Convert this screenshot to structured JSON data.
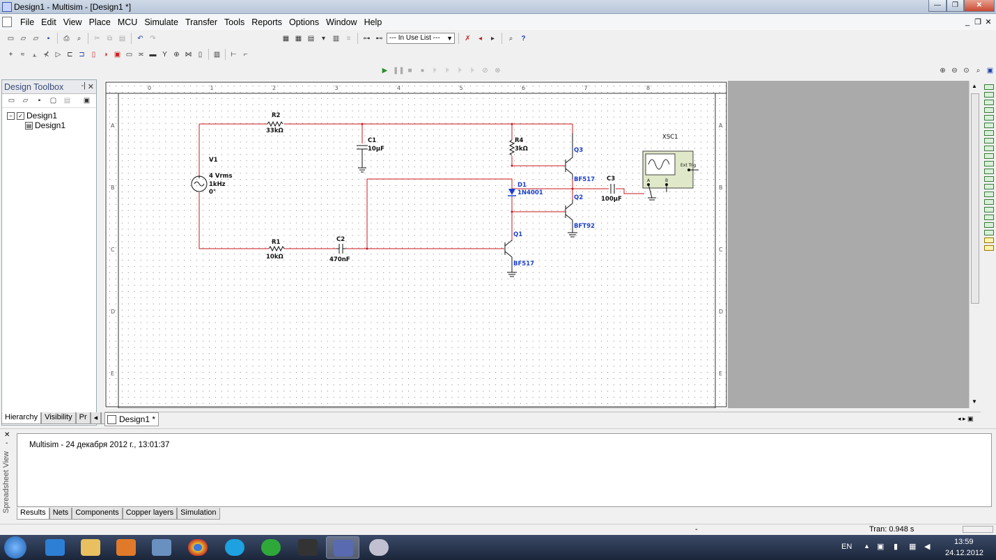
{
  "window": {
    "title": "Design1 - Multisim - [Design1 *]"
  },
  "menu": [
    "File",
    "Edit",
    "View",
    "Place",
    "MCU",
    "Simulate",
    "Transfer",
    "Tools",
    "Reports",
    "Options",
    "Window",
    "Help"
  ],
  "toolbar": {
    "in_use_list": "--- In Use List ---"
  },
  "design_toolbox": {
    "title": "Design Toolbox",
    "tree": [
      "Design1",
      "Design1"
    ],
    "tabs": [
      "Hierarchy",
      "Visibility",
      "Pr"
    ]
  },
  "sheet": {
    "columns": [
      "0",
      "1",
      "2",
      "3",
      "4",
      "5",
      "6",
      "7",
      "8"
    ],
    "rows": [
      "A",
      "B",
      "C",
      "D",
      "E"
    ]
  },
  "circuit": {
    "V1": {
      "ref": "V1",
      "line1": "4 Vrms",
      "line2": "1kHz",
      "line3": "0°"
    },
    "R2": {
      "ref": "R2",
      "value": "33kΩ"
    },
    "R1": {
      "ref": "R1",
      "value": "10kΩ"
    },
    "C1": {
      "ref": "C1",
      "value": "10µF"
    },
    "C2": {
      "ref": "C2",
      "value": "470nF"
    },
    "C3": {
      "ref": "C3",
      "value": "100µF"
    },
    "R4": {
      "ref": "R4",
      "value": "3kΩ"
    },
    "D1": {
      "ref": "D1",
      "value": "1N4001"
    },
    "Q1": {
      "ref": "Q1",
      "value": "BF517"
    },
    "Q2": {
      "ref": "Q2",
      "value": "BFT92"
    },
    "Q3": {
      "ref": "Q3",
      "value": "BF517"
    },
    "XSC1": {
      "ref": "XSC1",
      "ext_trig": "Ext Trig",
      "ch_a": "A",
      "ch_b": "B"
    }
  },
  "doc_tab": "Design1 *",
  "spreadsheet": {
    "side_label": "Spreadsheet View",
    "log": "Multisim  -  24 декабря 2012 г., 13:01:37",
    "tabs": [
      "Results",
      "Nets",
      "Components",
      "Copper layers",
      "Simulation"
    ]
  },
  "status": {
    "dash": "-",
    "tran": "Tran: 0.948 s"
  },
  "tray": {
    "lang": "EN",
    "time": "13:59",
    "date": "24.12.2012"
  }
}
